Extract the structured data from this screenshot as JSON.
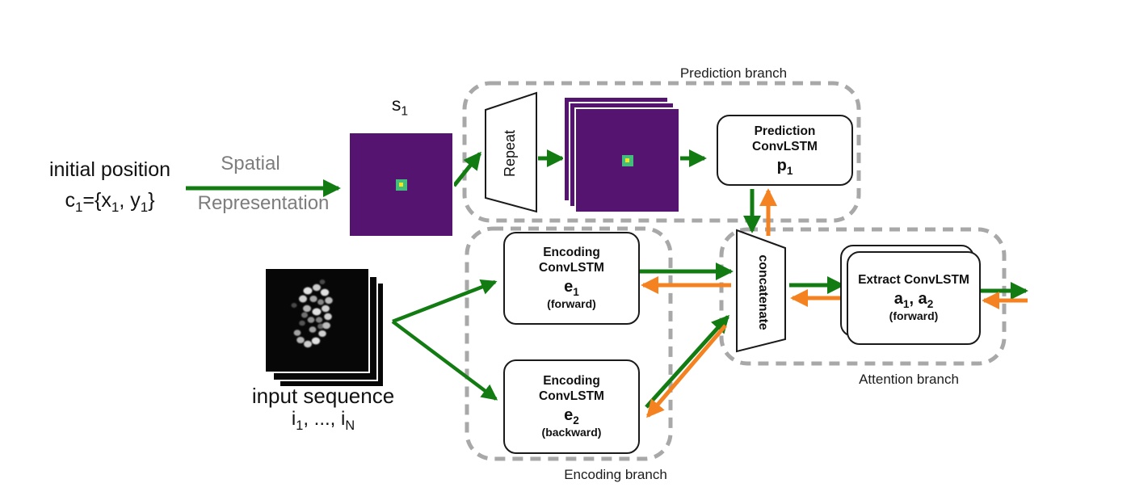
{
  "colors": {
    "arrow_green": "#127c12",
    "arrow_orange": "#f58220",
    "map_purple": "#541470",
    "map_marker_green": "#42bd7b",
    "map_marker_yellow": "#f3e424",
    "dashed_gray": "#a8a8a8"
  },
  "left_input": {
    "title_line1": "initial position",
    "title_line2": "c_{1}={x_{1}, y_{1}}",
    "arrow_label_line1": "Spatial",
    "arrow_label_line2": "Representation",
    "s1_label": "s_{1}"
  },
  "input_sequence": {
    "label_line1": "input sequence",
    "label_line2": "i_{1}, ..., i_{N}"
  },
  "prediction_branch": {
    "label": "Prediction branch",
    "repeat_label": "Repeat",
    "p1_box": {
      "line1": "Prediction",
      "line2": "ConvLSTM",
      "line3": "p_{1}"
    }
  },
  "encoding_branch": {
    "label": "Encoding branch",
    "e1_box": {
      "line1": "Encoding",
      "line2": "ConvLSTM",
      "line3": "e_{1}",
      "line4": "(forward)"
    },
    "e2_box": {
      "line1": "Encoding",
      "line2": "ConvLSTM",
      "line3": "e_{2}",
      "line4": "(backward)"
    }
  },
  "attention_branch": {
    "label": "Attention branch",
    "concatenate_label": "concatenate",
    "extract_box": {
      "line1": "Extract ConvLSTM",
      "line2": "a_{1}, a_{2}",
      "line3": "(forward)"
    }
  }
}
